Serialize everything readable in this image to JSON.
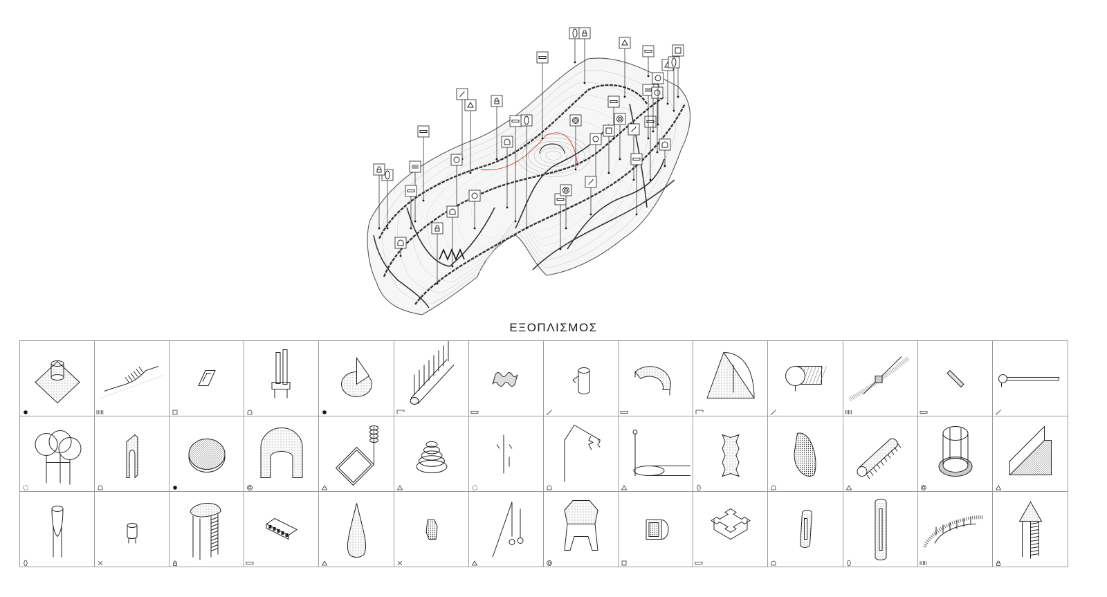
{
  "title": "ΕΞΟΠΛΙΣΜΟΣ",
  "colors": {
    "line": "#1a1a1a",
    "grid": "#9a9a9a",
    "accent": "#d23a3a",
    "fill": "#e6e6e6"
  },
  "equipment": {
    "rows": [
      [
        {
          "icon": "dotted-platform-pole-icon",
          "symbol": "dot"
        },
        {
          "icon": "stair-bridge-icon",
          "symbol": "bars"
        },
        {
          "icon": "wedge-board-icon",
          "symbol": "square"
        },
        {
          "icon": "twin-pipes-icon",
          "symbol": "arch"
        },
        {
          "icon": "dotted-disc-sector-icon",
          "symbol": "dot"
        },
        {
          "icon": "caged-tube-icon",
          "symbol": "corner"
        },
        {
          "icon": "wavy-block-icon",
          "symbol": "dash"
        },
        {
          "icon": "cylinder-handle-icon",
          "symbol": "s-curve"
        },
        {
          "icon": "curved-bench-icon",
          "symbol": "dash"
        },
        {
          "icon": "triangle-frame-icon",
          "symbol": "corner"
        },
        {
          "icon": "circle-panel-icon",
          "symbol": "s-curve"
        },
        {
          "icon": "rope-bridge-icon",
          "symbol": "bars"
        },
        {
          "icon": "small-beam-icon",
          "symbol": "dash"
        },
        {
          "icon": "lollipop-rod-icon",
          "symbol": "s-curve"
        }
      ],
      [
        {
          "icon": "tree-canopy-icon",
          "symbol": "sun"
        },
        {
          "icon": "arch-slide-icon",
          "symbol": "arch"
        },
        {
          "icon": "mesh-disc-icon",
          "symbol": "dot"
        },
        {
          "icon": "dotted-drum-icon",
          "symbol": "spiral"
        },
        {
          "icon": "spiral-frame-icon",
          "symbol": "triangle"
        },
        {
          "icon": "cone-rings-icon",
          "symbol": "triangle"
        },
        {
          "icon": "hanging-poles-icon",
          "symbol": "sun"
        },
        {
          "icon": "swing-frame-icon",
          "symbol": "arch"
        },
        {
          "icon": "pole-track-icon",
          "symbol": "triangle"
        },
        {
          "icon": "zigzag-column-icon",
          "symbol": "oval"
        },
        {
          "icon": "dotted-rock-icon",
          "symbol": "arch"
        },
        {
          "icon": "log-roller-icon",
          "symbol": "triangle"
        },
        {
          "icon": "ring-tower-icon",
          "symbol": "spiral"
        },
        {
          "icon": "ramp-wall-icon",
          "symbol": "triangle"
        }
      ],
      [
        {
          "icon": "tube-stand-icon",
          "symbol": "oval"
        },
        {
          "icon": "small-cylinder-icon",
          "symbol": "cross"
        },
        {
          "icon": "tower-ladder-icon",
          "symbol": "lock"
        },
        {
          "icon": "bench-block-icon",
          "symbol": "dash"
        },
        {
          "icon": "cone-drop-icon",
          "symbol": "triangle"
        },
        {
          "icon": "hex-lantern-icon",
          "symbol": "cross"
        },
        {
          "icon": "diagonal-pole-icon",
          "symbol": "triangle"
        },
        {
          "icon": "hex-pavilion-icon",
          "symbol": "spiral"
        },
        {
          "icon": "door-box-icon",
          "symbol": "square"
        },
        {
          "icon": "castle-plan-icon",
          "symbol": "dash"
        },
        {
          "icon": "leaning-tube-icon",
          "symbol": "arch"
        },
        {
          "icon": "tall-tube-icon",
          "symbol": "oval"
        },
        {
          "icon": "curved-path-icon",
          "symbol": "bars"
        },
        {
          "icon": "roof-hut-icon",
          "symbol": "lock"
        }
      ]
    ]
  },
  "map_markers": [
    {
      "icon": "oval"
    },
    {
      "icon": "lock"
    },
    {
      "icon": "triangle"
    },
    {
      "icon": "dash"
    },
    {
      "icon": "square"
    },
    {
      "icon": "dash"
    },
    {
      "icon": "s-curve"
    },
    {
      "icon": "triangle"
    },
    {
      "icon": "lock"
    },
    {
      "icon": "dash"
    },
    {
      "icon": "bars"
    },
    {
      "icon": "circle"
    },
    {
      "icon": "oval"
    },
    {
      "icon": "arch"
    },
    {
      "icon": "spiral"
    },
    {
      "icon": "dash"
    },
    {
      "icon": "circle"
    },
    {
      "icon": "spiral"
    },
    {
      "icon": "s-curve"
    },
    {
      "icon": "dash"
    },
    {
      "icon": "arch"
    },
    {
      "icon": "dash"
    },
    {
      "icon": "bars"
    },
    {
      "icon": "circle"
    },
    {
      "icon": "lock"
    },
    {
      "icon": "oval"
    },
    {
      "icon": "dash"
    },
    {
      "icon": "dash"
    },
    {
      "icon": "arch"
    },
    {
      "icon": "lock"
    },
    {
      "icon": "arch"
    },
    {
      "icon": "circle"
    },
    {
      "icon": "dash"
    },
    {
      "icon": "spiral"
    },
    {
      "icon": "dash"
    },
    {
      "icon": "s-curve"
    },
    {
      "icon": "triangle"
    },
    {
      "icon": "circle"
    },
    {
      "icon": "oval"
    },
    {
      "icon": "square"
    }
  ]
}
